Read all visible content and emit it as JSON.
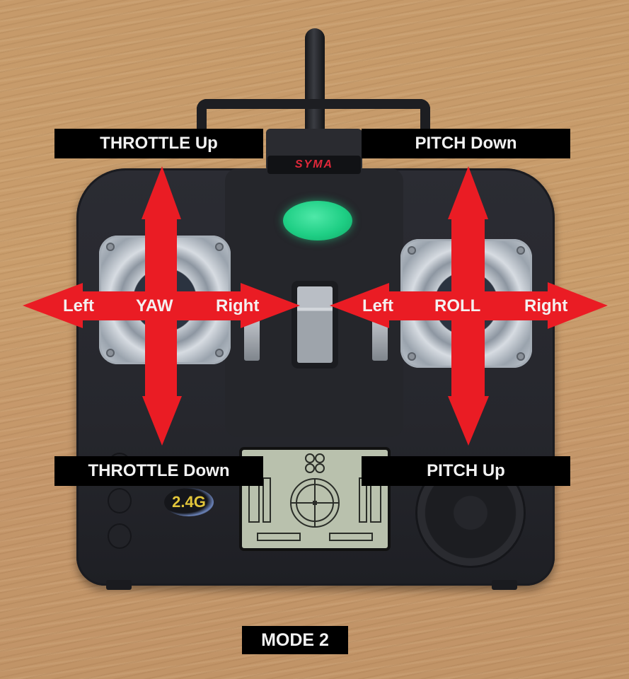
{
  "image": {
    "subject": "Syma quadcopter remote controller on wooden table",
    "brand_logo": "SYMA",
    "frequency_badge": "2.4G",
    "led_color": "#22d48e",
    "arrow_color": "#ea1c24",
    "label_bg": "#000000",
    "label_text_color": "#f2f2f2"
  },
  "labels": {
    "throttle_up": "THROTTLE Up",
    "throttle_down": "THROTTLE Down",
    "pitch_down": "PITCH Down",
    "pitch_up": "PITCH Up",
    "mode": "MODE 2"
  },
  "left_stick": {
    "axis_name": "YAW",
    "left": "Left",
    "right": "Right"
  },
  "right_stick": {
    "axis_name": "ROLL",
    "left": "Left",
    "right": "Right"
  }
}
